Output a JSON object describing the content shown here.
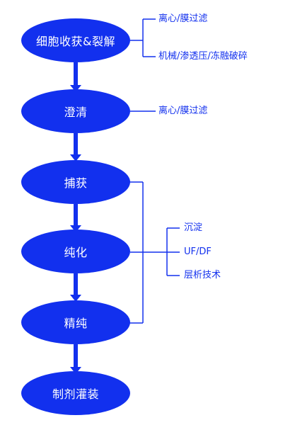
{
  "colors": {
    "primary": "#1230ee",
    "background": "#ffffff"
  },
  "steps": [
    {
      "label": "细胞收获&裂解"
    },
    {
      "label": "澄清"
    },
    {
      "label": "捕获"
    },
    {
      "label": "纯化"
    },
    {
      "label": "精纯"
    },
    {
      "label": "制剂灌装"
    }
  ],
  "annotations": {
    "lysis_top": "离心/膜过滤",
    "lysis_bottom": "机械/渗透压/冻融破碎",
    "clarification": "离心/膜过滤",
    "purification_methods": [
      "沉淀",
      "UF/DF",
      "层析技术"
    ]
  }
}
